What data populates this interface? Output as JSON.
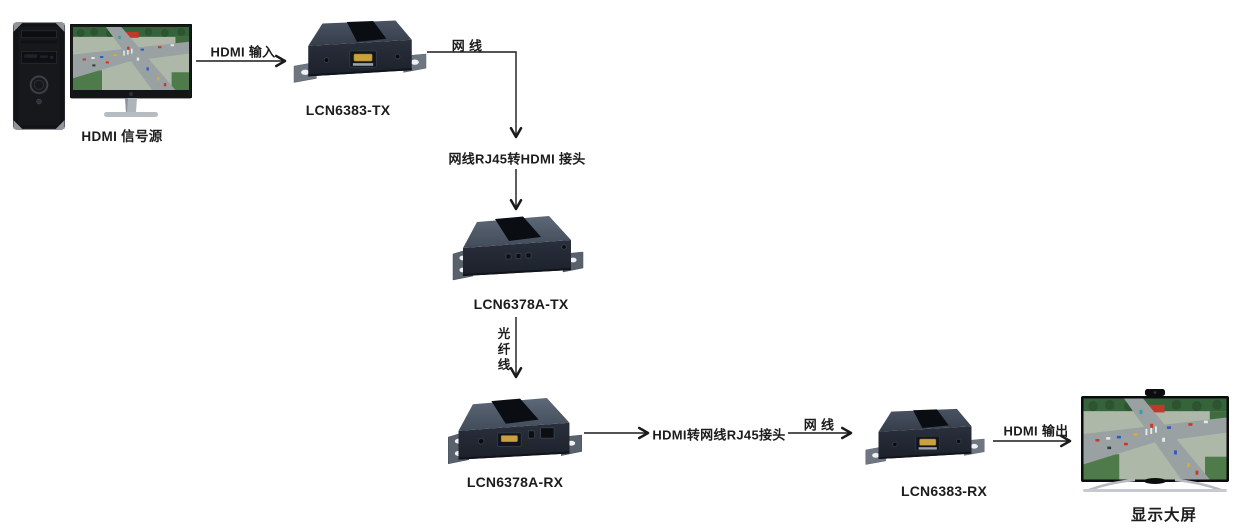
{
  "nodes": {
    "source": {
      "label": "HDMI 信号源"
    },
    "tx6383": {
      "label": "LCN6383-TX"
    },
    "tx6378a": {
      "label": "LCN6378A-TX"
    },
    "rx6378a": {
      "label": "LCN6378A-RX"
    },
    "rx6383": {
      "label": "LCN6383-RX"
    },
    "display": {
      "label": "显示大屏"
    }
  },
  "edges": {
    "hdmi_input": {
      "label": "HDMI 输入"
    },
    "net_cable_top": {
      "label": "网 线"
    },
    "rj45_to_hdmi_adapter": {
      "label": "网线RJ45转HDMI 接头"
    },
    "fiber_cable": {
      "label": "光纤线"
    },
    "hdmi_to_rj45_adapter": {
      "label": "HDMI转网线RJ45接头"
    },
    "net_cable_bottom": {
      "label": "网 线"
    },
    "hdmi_output": {
      "label": "HDMI 输出"
    }
  },
  "colors": {
    "background": "#ffffff",
    "line": "#1a1a1a",
    "text": "#1c1c1c",
    "device_body": "#232833",
    "device_top": "#4a5363",
    "hdmi_port_gold": "#c9a23f",
    "flange_gray": "#6e7682",
    "stand_silver": "#b7bcc2"
  }
}
